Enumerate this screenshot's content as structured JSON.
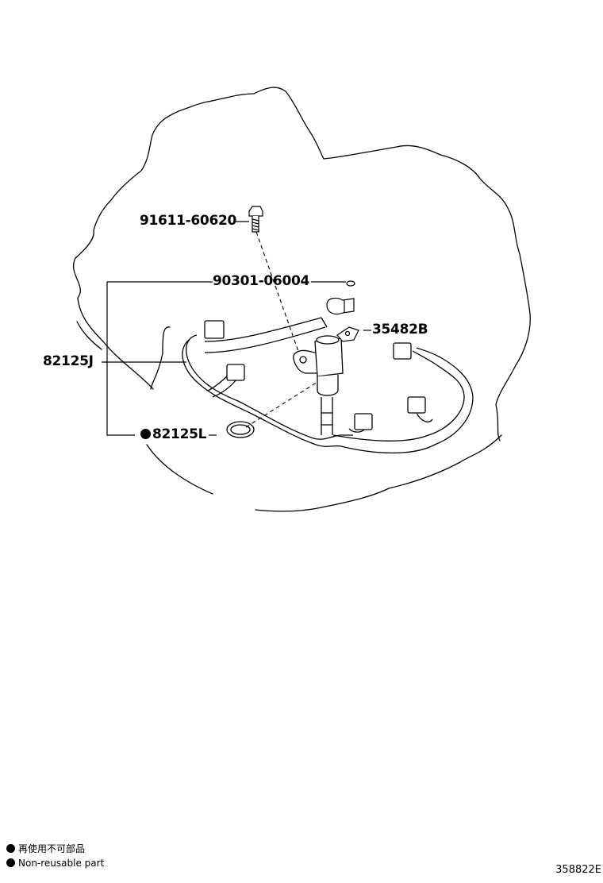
{
  "parts": {
    "bolt": "91611-60620",
    "o_ring_clip": "90301-06004",
    "clamp": "35482B",
    "wire_harness": "82125J",
    "sensor_nonreusable": "82125L"
  },
  "legend": {
    "line_jp": "再使用不可部品",
    "line_en": "Non-reusable part"
  },
  "illustration_id": "358822E"
}
